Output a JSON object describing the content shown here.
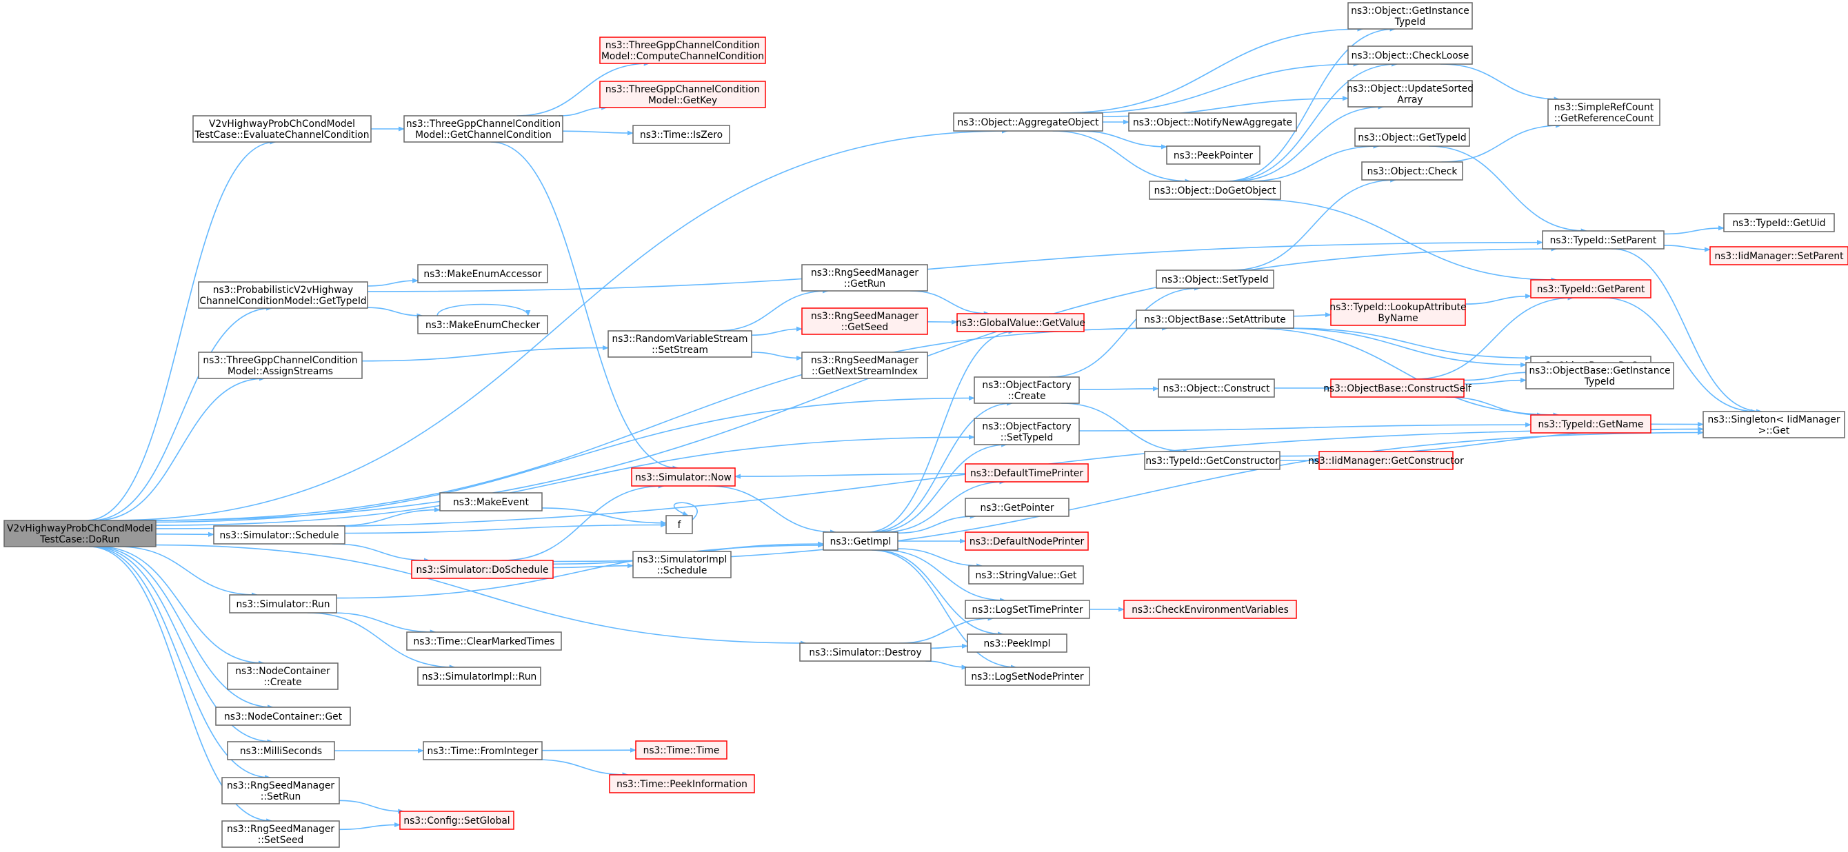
{
  "colors": {
    "edge": "#63b8ff",
    "node_fill": "#ffffff",
    "node_border": "#666666",
    "incomplete_fill": "#fff0f0",
    "incomplete_border": "#ff0000",
    "root_fill": "#999999"
  },
  "nodes": {
    "root": [
      "V2vHighwayProbChCondModel",
      "TestCase::DoRun"
    ],
    "eval": [
      "V2vHighwayProbChCondModel",
      "TestCase::EvaluateChannelCondition"
    ],
    "getcc": [
      "ns3::ThreeGppChannelCondition",
      "Model::GetChannelCondition"
    ],
    "compute": [
      "ns3::ThreeGppChannelCondition",
      "Model::ComputeChannelCondition"
    ],
    "getkey": [
      "ns3::ThreeGppChannelCondition",
      "Model::GetKey"
    ],
    "iszero": [
      "ns3::Time::IsZero"
    ],
    "aggregate": [
      "ns3::Object::AggregateObject"
    ],
    "notify": [
      "ns3::Object::NotifyNewAggregate"
    ],
    "peekptr": [
      "ns3::PeekPointer"
    ],
    "dogetobj": [
      "ns3::Object::DoGetObject"
    ],
    "getinst": [
      "ns3::Object::GetInstance",
      "TypeId"
    ],
    "checkloose": [
      "ns3::Object::CheckLoose"
    ],
    "updsorted": [
      "ns3::Object::UpdateSorted",
      "Array"
    ],
    "objgettid": [
      "ns3::Object::GetTypeId"
    ],
    "objcheck": [
      "ns3::Object::Check"
    ],
    "refcount": [
      "ns3::SimpleRefCount",
      "::GetReferenceCount"
    ],
    "setparent": [
      "ns3::TypeId::SetParent"
    ],
    "getuid": [
      "ns3::TypeId::GetUid"
    ],
    "iidsetparent": [
      "ns3::IidManager::SetParent"
    ],
    "probgettid": [
      "ns3::ProbabilisticV2vHighway",
      "ChannelConditionModel::GetTypeId"
    ],
    "enumacc": [
      "ns3::MakeEnumAccessor"
    ],
    "enumchk": [
      "ns3::MakeEnumChecker"
    ],
    "assign": [
      "ns3::ThreeGppChannelCondition",
      "Model::AssignStreams"
    ],
    "setstream": [
      "ns3::RandomVariableStream",
      "::SetStream"
    ],
    "rngrun": [
      "ns3::RngSeedManager",
      "::GetRun"
    ],
    "rngseed": [
      "ns3::RngSeedManager",
      "::GetSeed"
    ],
    "rngnext": [
      "ns3::RngSeedManager",
      "::GetNextStreamIndex"
    ],
    "gvget": [
      "ns3::GlobalValue::GetValue"
    ],
    "objsettid": [
      "ns3::Object::SetTypeId"
    ],
    "setattr": [
      "ns3::ObjectBase::SetAttribute"
    ],
    "lookup": [
      "ns3::TypeId::LookupAttribute",
      "ByName"
    ],
    "getparent": [
      "ns3::TypeId::GetParent"
    ],
    "doset": [
      "ns3::ObjectBase::DoSet"
    ],
    "getinsttid": [
      "ns3::ObjectBase::GetInstance",
      "TypeId"
    ],
    "constructself": [
      "ns3::ObjectBase::ConstructSelf"
    ],
    "construct": [
      "ns3::Object::Construct"
    ],
    "ofcreate": [
      "ns3::ObjectFactory",
      "::Create"
    ],
    "ofsettid": [
      "ns3::ObjectFactory",
      "::SetTypeId"
    ],
    "getname": [
      "ns3::TypeId::GetName"
    ],
    "singleton": [
      "ns3::Singleton< IidManager",
      ">::Get"
    ],
    "getctor": [
      "ns3::TypeId::GetConstructor"
    ],
    "iidgetctor": [
      "ns3::IidManager::GetConstructor"
    ],
    "simnow": [
      "ns3::Simulator::Now"
    ],
    "deftp": [
      "ns3::DefaultTimePrinter"
    ],
    "makeevent": [
      "ns3::MakeEvent"
    ],
    "f": [
      "f"
    ],
    "schedule": [
      "ns3::Simulator::Schedule"
    ],
    "doschedule": [
      "ns3::Simulator::DoSchedule"
    ],
    "implsched": [
      "ns3::SimulatorImpl",
      "::Schedule"
    ],
    "getimpl": [
      "ns3::GetImpl"
    ],
    "getpointer": [
      "ns3::GetPointer"
    ],
    "defnp": [
      "ns3::DefaultNodePrinter"
    ],
    "svget": [
      "ns3::StringValue::Get"
    ],
    "logstp": [
      "ns3::LogSetTimePrinter"
    ],
    "checkenv": [
      "ns3::CheckEnvironmentVariables"
    ],
    "peekimpl": [
      "ns3::PeekImpl"
    ],
    "logsnp": [
      "ns3::LogSetNodePrinter"
    ],
    "destroy": [
      "ns3::Simulator::Destroy"
    ],
    "simrun": [
      "ns3::Simulator::Run"
    ],
    "clearmarked": [
      "ns3::Time::ClearMarkedTimes"
    ],
    "implrun": [
      "ns3::SimulatorImpl::Run"
    ],
    "nccreate": [
      "ns3::NodeContainer",
      "::Create"
    ],
    "ncget": [
      "ns3::NodeContainer::Get"
    ],
    "ms": [
      "ns3::MilliSeconds"
    ],
    "fromint": [
      "ns3::Time::FromInteger"
    ],
    "timetime": [
      "ns3::Time::Time"
    ],
    "peekinfo": [
      "ns3::Time::PeekInformation"
    ],
    "setrun": [
      "ns3::RngSeedManager",
      "::SetRun"
    ],
    "setseed": [
      "ns3::RngSeedManager",
      "::SetSeed"
    ],
    "cfgset": [
      "ns3::Config::SetGlobal"
    ]
  }
}
